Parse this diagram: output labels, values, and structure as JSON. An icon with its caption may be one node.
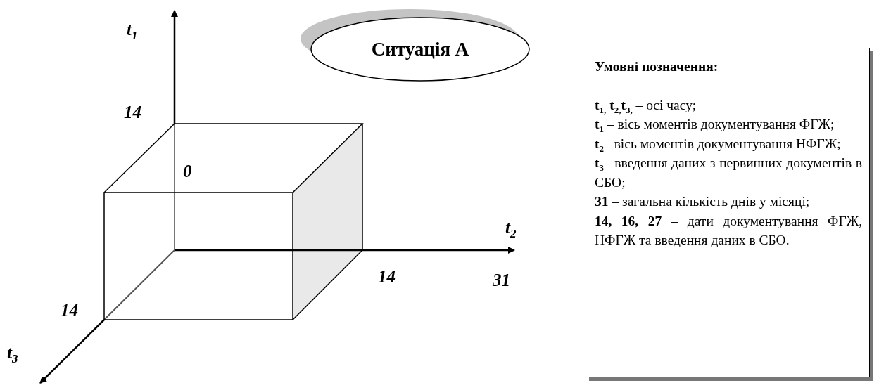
{
  "diagram": {
    "nodes": [
      {
        "text": [
          "Ситуація А"
        ]
      },
      {
        "text": [
          "Умовні позначення:",
          "**t$_{1,}$ t$_{2,}$t$_{3,}$** – осі часу;",
          "**t$_{1}$** – вісь моментів документування ФГЖ;",
          "**t$_{2}$** –вісь моментів документування НФГЖ;",
          "**t$_{3}$** –введення даних з первинних документів в СБО;",
          "**31** – загальна кількість днів у місяці;",
          "**14, 16, 27** – дати документування ФГЖ, НФГЖ та введення даних в СБО."
        ]
      }
    ],
    "edges": [],
    "labels": [
      "t$_{1}$",
      "14",
      "0",
      "t$_{2}$",
      "14",
      "31",
      "14",
      "t$_{3}$"
    ]
  }
}
